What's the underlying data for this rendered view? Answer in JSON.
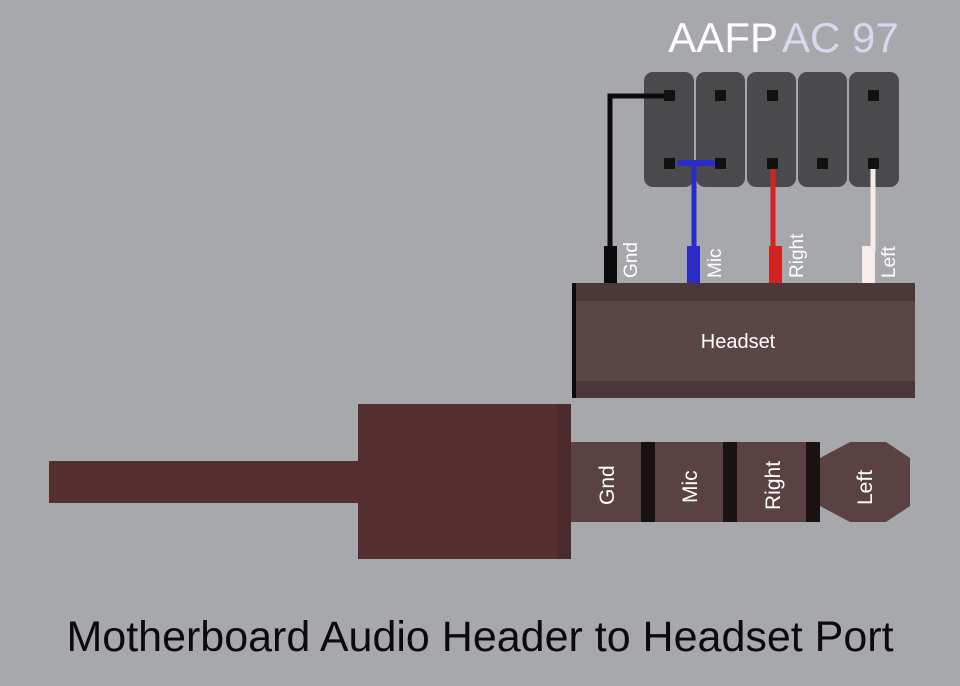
{
  "header": {
    "name_primary": "AAFP",
    "name_secondary": "AC 97"
  },
  "colors": {
    "background": "#a7a8ac",
    "header_block": "#4a4a4c",
    "pin": "#111111",
    "wire_gnd": "#0b0b0b",
    "wire_mic": "#2b2bc8",
    "wire_right": "#d42222",
    "wire_left": "#f6ecea",
    "headset_body": "#5b4646",
    "headset_band": "#4c3838",
    "plug_body": "#552f30",
    "plug_segment": "#5a4242",
    "plug_ring": "#1a1111",
    "title_text": "#0b0b0b",
    "header_text_primary": "#ffffff",
    "header_text_secondary": "#d6d8f0"
  },
  "wires": [
    {
      "id": "gnd",
      "label": "Gnd"
    },
    {
      "id": "mic",
      "label": "Mic"
    },
    {
      "id": "right",
      "label": "Right"
    },
    {
      "id": "left",
      "label": "Left"
    }
  ],
  "headset": {
    "label": "Headset"
  },
  "plug": {
    "segments": [
      {
        "id": "gnd",
        "label": "Gnd"
      },
      {
        "id": "mic",
        "label": "Mic"
      },
      {
        "id": "right",
        "label": "Right"
      },
      {
        "id": "left",
        "label": "Left"
      }
    ]
  },
  "footer": {
    "title": "Motherboard Audio Header to Headset Port"
  }
}
